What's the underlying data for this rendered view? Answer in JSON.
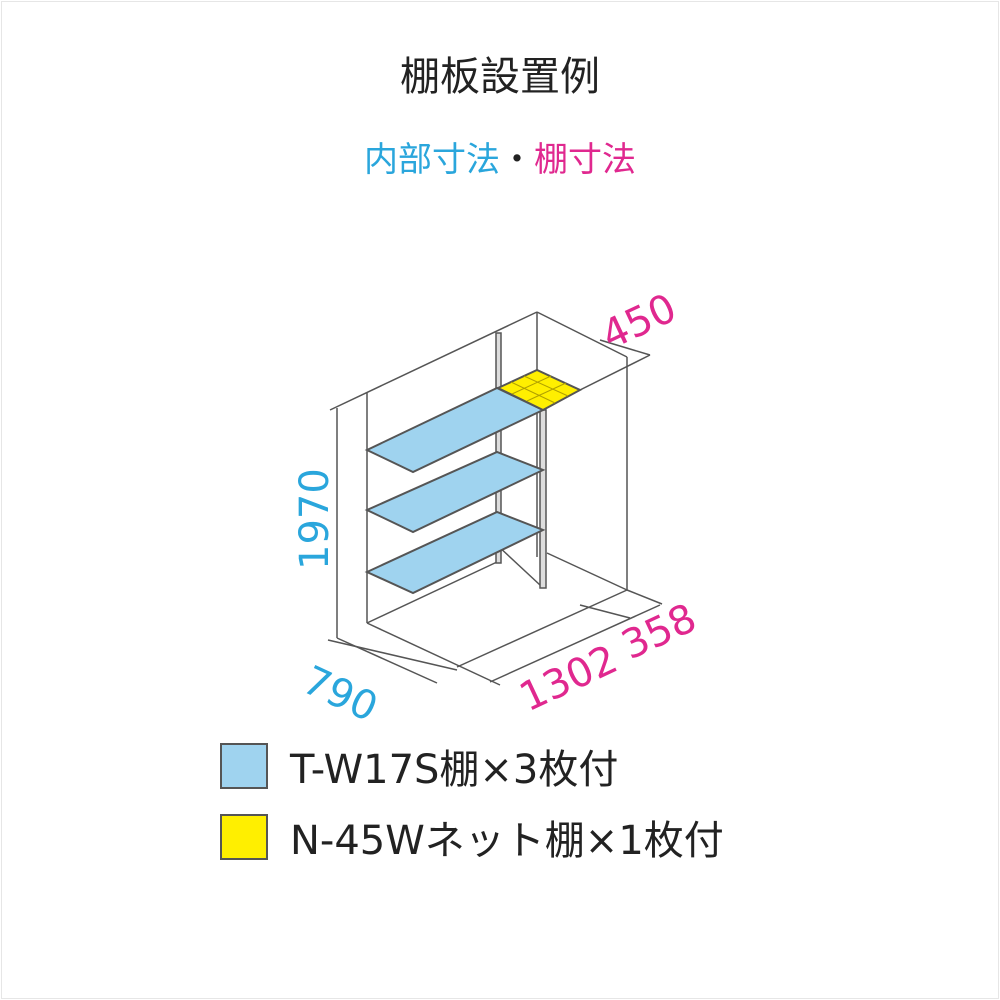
{
  "title": "棚板設置例",
  "subtitle": {
    "part1": "内部寸法",
    "separator": "・",
    "part2": "棚寸法"
  },
  "dimensions": {
    "height": "1970",
    "depth": "790",
    "width": "1302",
    "side_width": "358",
    "net_depth": "450"
  },
  "legend": [
    {
      "label": "T-W17S棚×3枚付",
      "color": "#9fd3ef"
    },
    {
      "label": "N-45Wネット棚×1枚付",
      "color": "#ffef00"
    }
  ],
  "colors": {
    "cyan": "#2aa6dc",
    "magenta": "#e0288f"
  }
}
